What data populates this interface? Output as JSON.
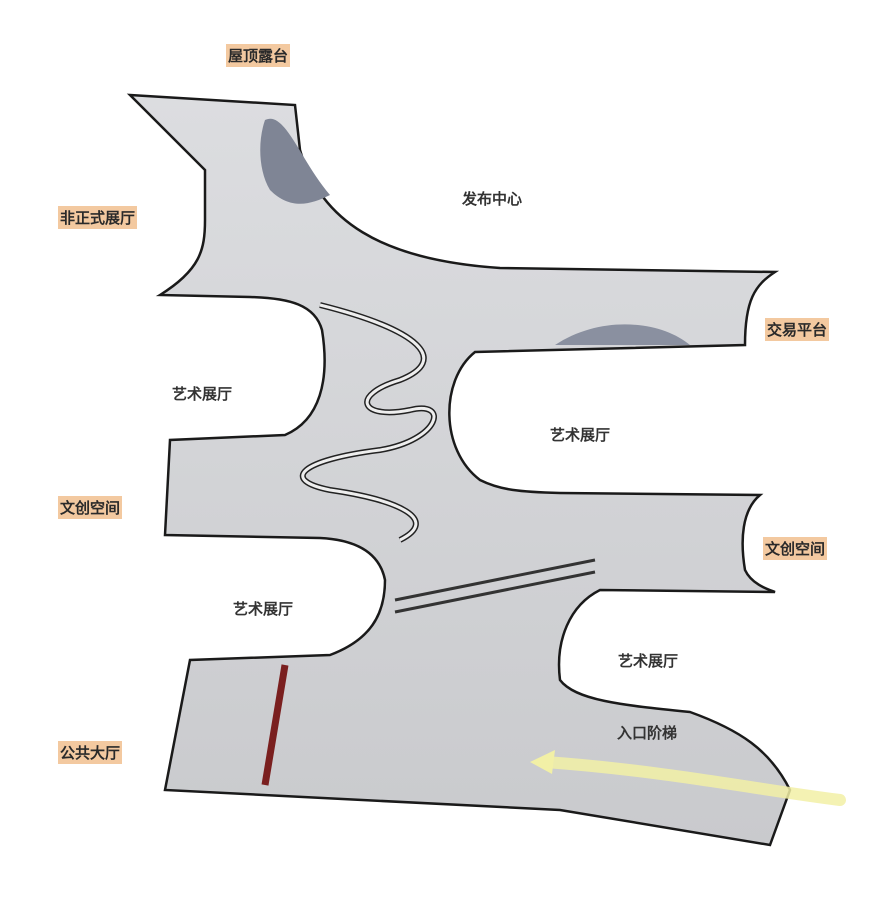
{
  "colors": {
    "tag_bg": "#f3c9a0",
    "section_fill": "#d7d8da",
    "outline": "#1a1a1a",
    "entry_arrow": "#f2f0a6"
  },
  "side_labels": {
    "roof_terrace": "屋顶露台",
    "informal_gallery": "非正式展厅",
    "trading_platform": "交易平台",
    "creative_space_left": "文创空间",
    "creative_space_right": "文创空间",
    "public_hall": "公共大厅"
  },
  "inner_labels": {
    "launch_center": "发布中心",
    "art_gallery_1": "艺术展厅",
    "art_gallery_2": "艺术展厅",
    "art_gallery_3": "艺术展厅",
    "art_gallery_4": "艺术展厅",
    "entrance_stairs": "入口阶梯"
  }
}
